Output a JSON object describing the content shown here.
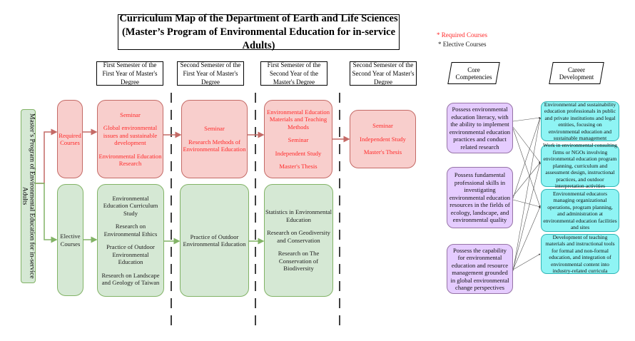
{
  "title": {
    "line1": "Curriculum Map of the Department of Earth and Life Sciences",
    "line2": "(Master’s Program of Environmental Education for in-service Adults)"
  },
  "legend": {
    "required": "* Required Courses",
    "elective": "* Elective Courses",
    "required_color": "#ff2a2a",
    "elective_color": "#222222"
  },
  "program": "Master’s Program of Environmental Education for in-service Adults",
  "categories": {
    "required": [
      "Required",
      "Courses"
    ],
    "elective": [
      "Elective",
      "Courses"
    ]
  },
  "semesters": [
    {
      "label": "First Semester of the First Year of Master's Degree"
    },
    {
      "label": "Second Semester of the First Year of Master's Degree"
    },
    {
      "label": "First Semester of the Second Year of the Master's Degree"
    },
    {
      "label": "Second Semester of the Second Year of Master's Degree"
    }
  ],
  "required": [
    [
      "Seminar",
      "Global environmental issues and sustainable development",
      "Environmental Education Research"
    ],
    [
      "Seminar",
      "Research Methods of Environmental Education"
    ],
    [
      "Environmental Education Materials and Teaching Methods",
      "Seminar",
      "Independent Study",
      "Master's Thesis"
    ],
    [
      "Seminar",
      "Independent Study",
      "Master's Thesis"
    ]
  ],
  "elective": [
    [
      "Environmental Education Curriculum Study",
      "Research on Environmental Ethics",
      "Practice of Outdoor Environmental Education",
      "Research on Landscape and Geology of Taiwan"
    ],
    [
      "Practice of Outdoor Environmental Education"
    ],
    [
      "Statistics in Environmental Education",
      "Research on Geodiversity and Conservation",
      "Research on The Conservation of Biodiversity"
    ]
  ],
  "core_header": "Core Competencies",
  "career_header": "Career Development",
  "competencies": [
    "Possess environmental education literacy, with the ability to implement environmental education practices and conduct related research",
    "Possess fundamental professional skills in investigating environmental education resources in the fields of ecology, landscape, and environmental quality",
    "Possess the capability for environmental education and resource management grounded in global environmental change perspectives"
  ],
  "careers": [
    "Environmental and sustainability education professionals in public and private institutions and legal entities, focusing on environmental education and sustainable management",
    "Work in environmental consulting firms or NGOs involving environmental education program planning, curriculum and assessment design, instructional practices, and outdoor interpretation activities",
    "Environmental educators managing organizational operations, program planning, and administration at environmental education facilities and sites",
    "Development of teaching materials and instructional tools for formal and non-formal education, and integration of environmental content into industry-related curricula"
  ],
  "colors": {
    "required_fill": "#f8cecc",
    "required_stroke": "#c46a66",
    "elective_fill": "#d5e8d4",
    "elective_stroke": "#82b366",
    "competency_fill": "#e5ccff",
    "career_fill": "#8ff4f4"
  }
}
